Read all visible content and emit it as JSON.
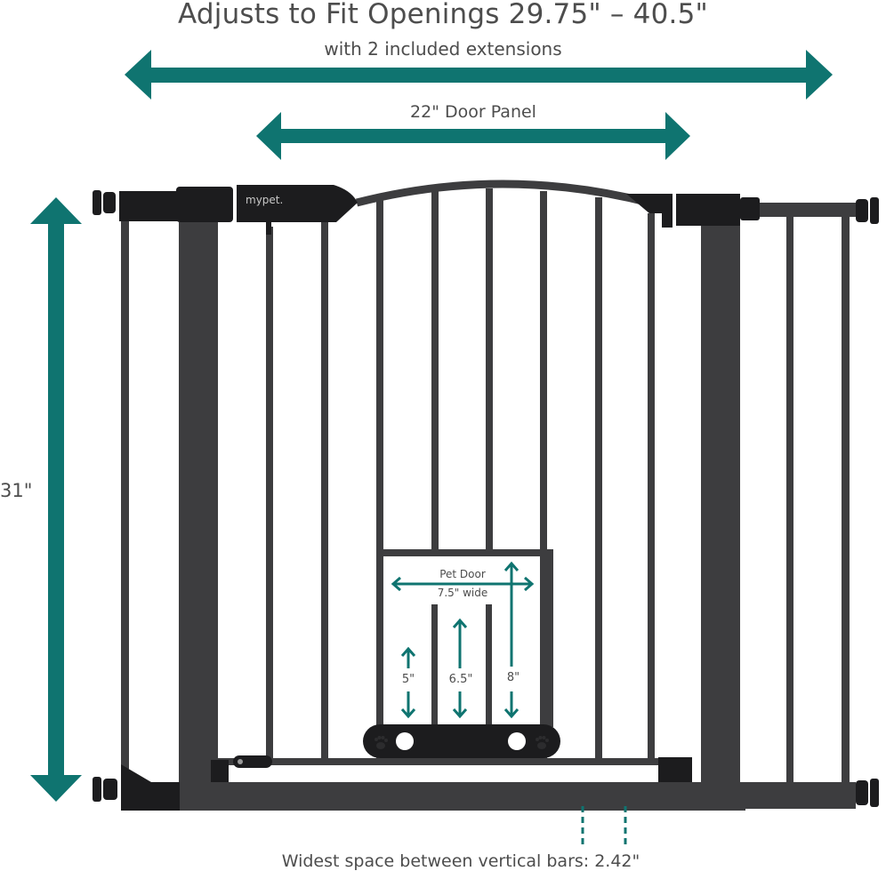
{
  "header": {
    "title": "Adjusts to Fit Openings 29.75\" – 40.5\"",
    "subtitle": "with 2 included extensions"
  },
  "dimensions": {
    "overall_width_range": "29.75\" – 40.5\"",
    "door_panel_label": "22\" Door Panel",
    "height_label": "31\"",
    "bar_spacing_label": "Widest space between vertical bars: 2.42\""
  },
  "pet_door": {
    "title": "Pet Door",
    "width_label": "7.5\" wide",
    "heights": [
      {
        "label": "5\""
      },
      {
        "label": "6.5\""
      },
      {
        "label": "8\""
      }
    ]
  },
  "brand": {
    "logo_text": "mypet"
  },
  "colors": {
    "accent_teal": "#0f7470",
    "gate_frame": "#3d3d3f",
    "hardware_black": "#1c1c1e",
    "text_gray": "#4d4d4d"
  }
}
